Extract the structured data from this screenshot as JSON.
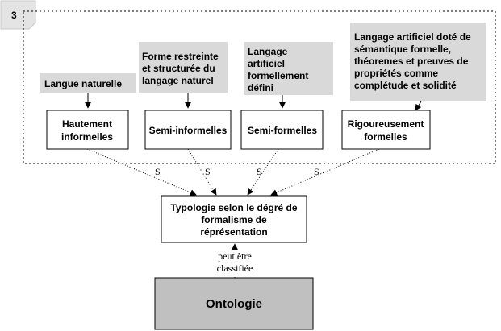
{
  "badge": "3",
  "annotations": {
    "langue": "Langue naturelle",
    "forme": [
      "Forme restreinte",
      "et structurée du",
      "langage naturel"
    ],
    "langage_defini": [
      "Langage",
      "artificiel",
      "formellement",
      "défini"
    ],
    "langage_formel": [
      "Langage artificiel doté de",
      "sémantique formelle,",
      "théoremes et preuves de",
      "propriétés comme",
      "complétude et solidité"
    ]
  },
  "types": {
    "informelles": [
      "Hautement",
      "informelles"
    ],
    "semi_informelles": "Semi-informelles",
    "semi_formelles": "Semi-formelles",
    "rigoureuses": [
      "Rigoureusement",
      "formelles"
    ]
  },
  "edge_label": "S",
  "typologie": [
    "Typologie selon le dégré de",
    "formalisme de",
    "réprésentation"
  ],
  "relation": [
    "peut être",
    "classifiée"
  ],
  "ontologie": "Ontologie",
  "colors": {
    "annotation_fill": "#d9d9d9",
    "ontologie_fill": "#c0c0c0",
    "line": "#000000"
  }
}
